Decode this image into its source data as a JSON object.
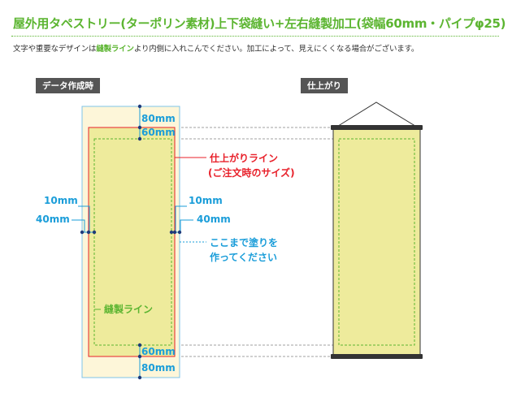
{
  "header": {
    "title": "屋外用タペストリー(ターポリン素材)上下袋縫い+左右縫製加工(袋幅60mm・パイプφ25)",
    "subtitle_before": "文字や重要なデザインは",
    "subtitle_highlight": "縫製ライン",
    "subtitle_after": "より内側に入れこんでください。加工によって、見えにくくなる場合がございます。"
  },
  "panels": {
    "data_label": "データ作成時",
    "finished_label": "仕上がり"
  },
  "dimensions": {
    "top_outer": "80mm",
    "top_inner": "60mm",
    "bottom_inner": "60mm",
    "bottom_outer": "80mm",
    "left_inner": "10mm",
    "left_outer": "40mm",
    "right_inner": "10mm",
    "right_outer": "40mm"
  },
  "annotations": {
    "finish_line_1": "仕上がりライン",
    "finish_line_2": "(ご注文時のサイズ)",
    "paint_area_1": "ここまで塗りを",
    "paint_area_2": "作ってください",
    "sewing_line": "縫製ライン"
  },
  "colors": {
    "accent_green": "#5cb531",
    "dim_blue": "#1a9dd9",
    "finish_red": "#e8202a",
    "bleed_fill": "#fdf6d9",
    "print_fill": "#eeeb9c",
    "dot_navy": "#1f3a7a"
  }
}
